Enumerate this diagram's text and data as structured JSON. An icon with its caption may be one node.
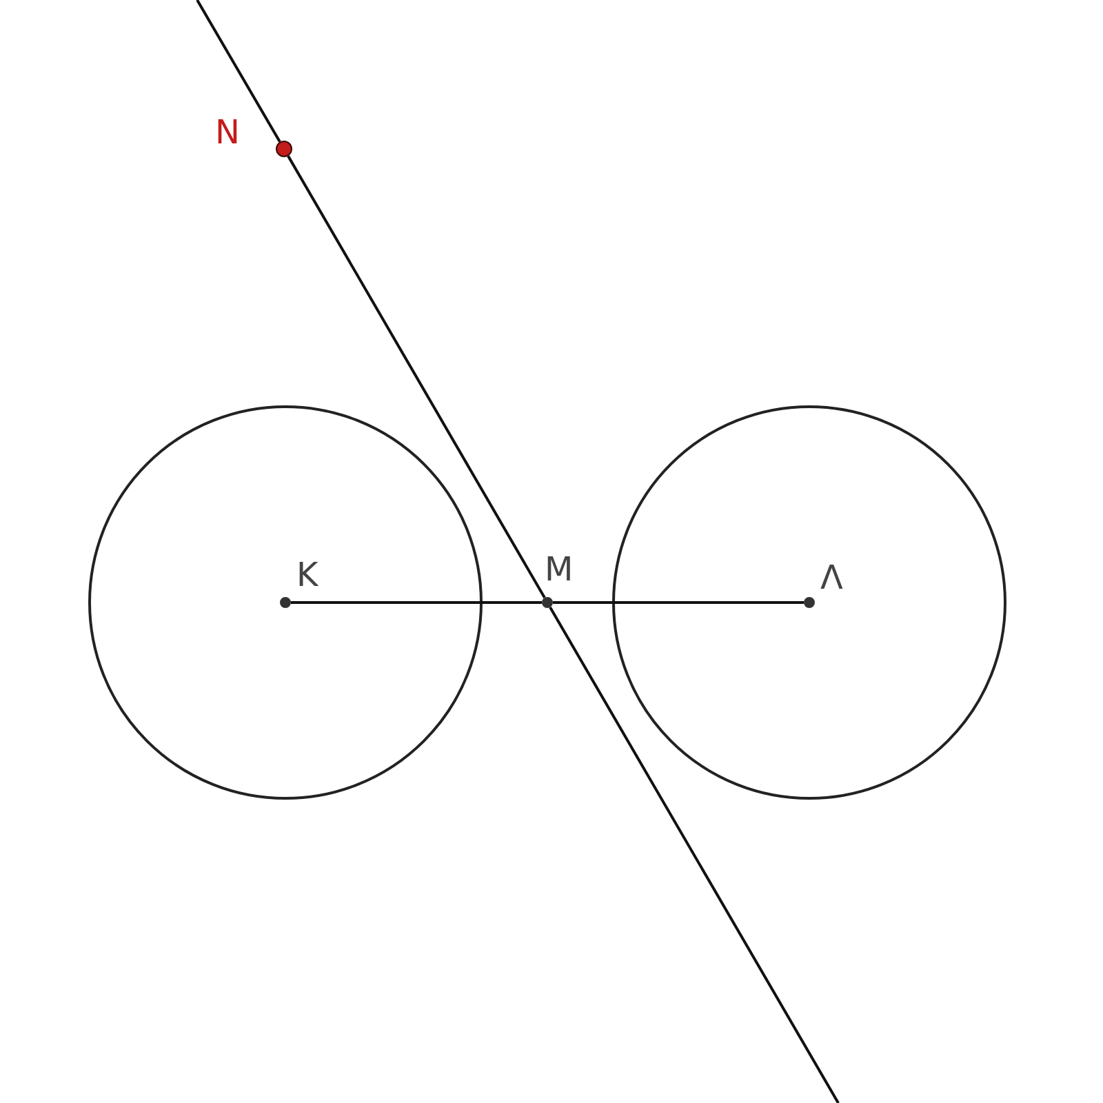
{
  "diagram": {
    "nodes": [
      {
        "text": [
          "N"
        ]
      },
      {
        "text": [
          "K"
        ]
      },
      {
        "text": [
          "M"
        ]
      },
      {
        "text": [
          "Λ"
        ]
      }
    ],
    "edges": [
      {
        "from": null,
        "to": 0,
        "arrow": "none"
      },
      {
        "from": 0,
        "to": 2,
        "arrow": "none"
      },
      {
        "from": 2,
        "to": null,
        "arrow": "none"
      },
      {
        "from": 1,
        "to": 2,
        "arrow": "none"
      },
      {
        "from": 2,
        "to": 3,
        "arrow": "none"
      }
    ]
  }
}
